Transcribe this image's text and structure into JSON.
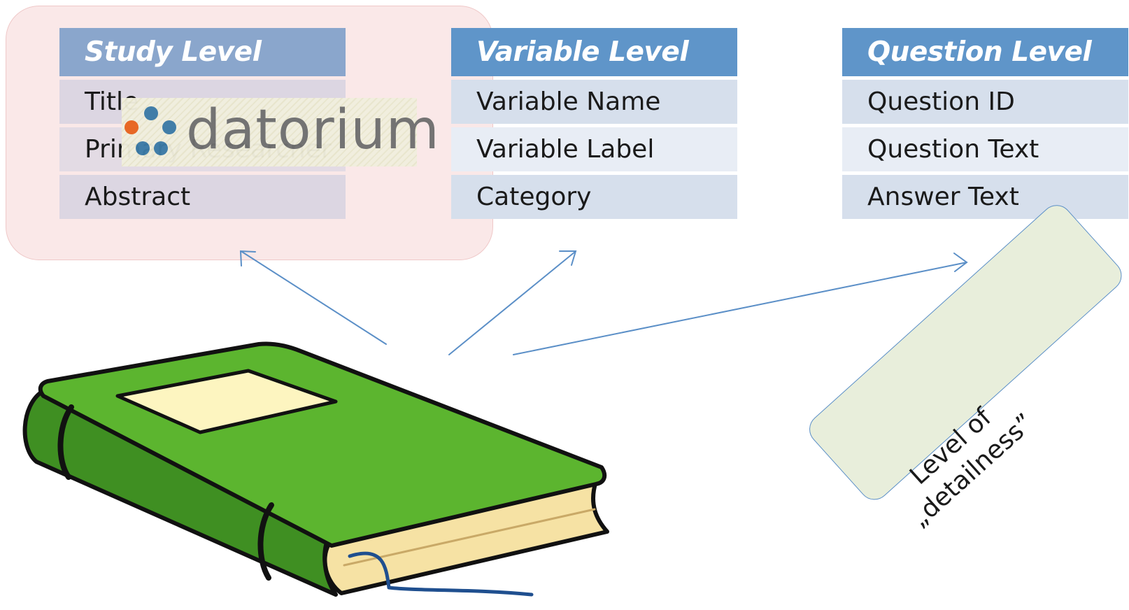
{
  "study": {
    "header": "Study Level",
    "rows": [
      "Title",
      "Primary Researcher",
      "Abstract"
    ]
  },
  "variable": {
    "header": "Variable Level",
    "rows": [
      "Variable Name",
      "Variable Label",
      "Category"
    ]
  },
  "question": {
    "header": "Question Level",
    "rows": [
      "Question ID",
      "Question Text",
      "Answer Text"
    ]
  },
  "logo": {
    "text": "datorium"
  },
  "detail_label": {
    "line1": "Level of",
    "line2": "„detailness”"
  },
  "colors": {
    "header_blue": "#5f95c9",
    "row_light": "#d6dfec",
    "arrow": "#5b8fc7",
    "book_green": "#55b02a",
    "highlight": "#f3c8c8"
  }
}
